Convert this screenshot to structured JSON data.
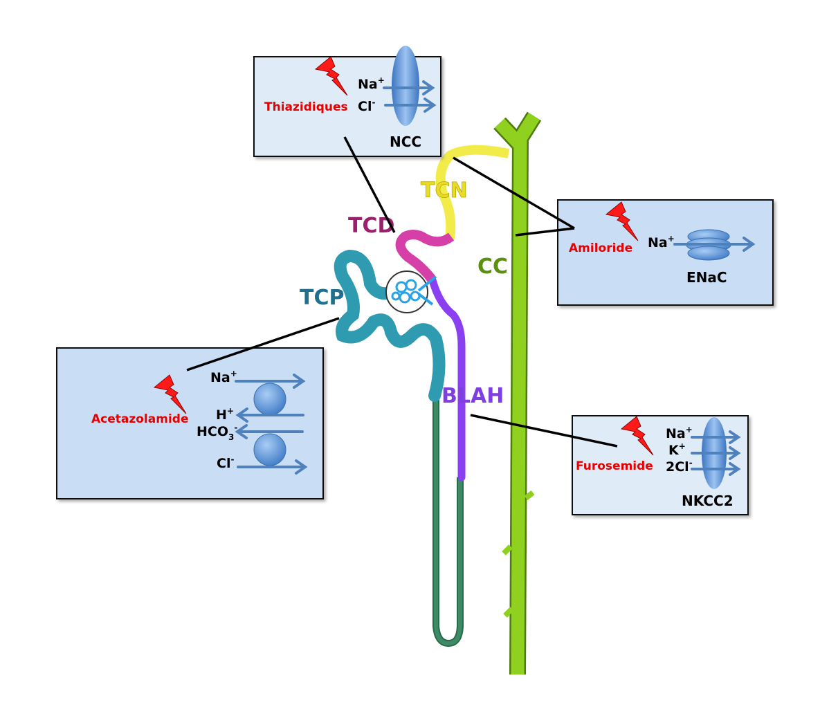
{
  "segments": {
    "tcp": {
      "label": "TCP",
      "color": "#2f9bb0"
    },
    "tcd": {
      "label": "TCD",
      "color": "#d63fa8"
    },
    "tcn": {
      "label": "TCN",
      "color": "#f2ec4a"
    },
    "cc": {
      "label": "CC",
      "color": "#8fd11e"
    },
    "blah": {
      "label": "BLAH",
      "color": "#8a3ff0"
    }
  },
  "boxes": {
    "ncc": {
      "drug": "Thiazidiques",
      "ions": [
        "Na",
        "Cl"
      ],
      "charges": [
        "+",
        "-"
      ],
      "transporter": "NCC"
    },
    "enac": {
      "drug": "Amiloride",
      "ions": [
        "Na"
      ],
      "charges": [
        "+"
      ],
      "transporter": "ENaC"
    },
    "acetazolamide": {
      "drug": "Acetazolamide",
      "ions": [
        "Na",
        "H",
        "HCO",
        "Cl"
      ],
      "charges": [
        "+",
        "+",
        "-",
        "-"
      ],
      "subscript": "3"
    },
    "nkcc2": {
      "drug": "Furosemide",
      "ions": [
        "Na",
        "K",
        "2Cl"
      ],
      "charges": [
        "+",
        "+",
        "-"
      ],
      "transporter": "NKCC2"
    }
  },
  "colors": {
    "drug": "#e60000",
    "transporter": "#4f81bd",
    "box": "#c9ddf5",
    "lightning": "#ff1a1a"
  },
  "icons": [
    "lightning-bolt-icon"
  ]
}
